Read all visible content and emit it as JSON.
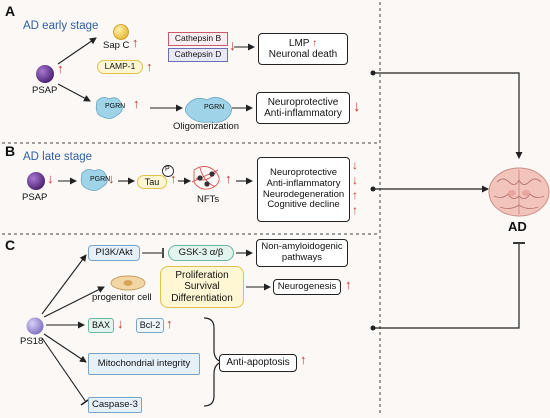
{
  "panel_a": {
    "letter": "A",
    "title": "AD early stage",
    "psap": "PSAP",
    "sap_c": "Sap C",
    "lamp1": "LAMP-1",
    "cathepsin_b": "Cathepsin B",
    "cathepsin_d": "Cathepsin D",
    "lmp": "LMP",
    "neuronal_death": "Neuronal death",
    "pgrn": "PGRN",
    "oligomerization": "Oligomerization",
    "neuroprotective": "Neuroprotective",
    "anti_inflammatory": "Anti-inflammatory"
  },
  "panel_b": {
    "letter": "B",
    "title": "AD late stage",
    "psap": "PSAP",
    "pgrn": "PGRN",
    "tau": "Tau",
    "p": "P",
    "nfts": "NFTs",
    "neuroprotective": "Neuroprotective",
    "anti_inflammatory": "Anti-inflammatory",
    "neurodegeneration": "Neurodegeneration",
    "cognitive_decline": "Cognitive decline"
  },
  "panel_c": {
    "letter": "C",
    "ps18": "PS18",
    "pi3k": "PI3K/Akt",
    "gsk3": "GSK-3 α/β",
    "non_amyloid": "Non-amyloidogenic pathways",
    "progenitor": "progenitor cell",
    "proliferation": "Proliferation",
    "survival": "Survival",
    "differentiation": "Differentiation",
    "neurogenesis": "Neurogenesis",
    "bax": "BAX",
    "bcl2": "Bcl-2",
    "mito": "Mitochondrial integrity",
    "anti_apoptosis": "Anti-apoptosis",
    "caspase3": "Caspase-3"
  },
  "ad": {
    "label": "AD"
  },
  "glyphs": {
    "up": "↑",
    "down": "↓"
  },
  "colors": {
    "psap_purple": "#5b2a86",
    "ps18_lavender": "#9c8fd3",
    "sapc_yellow": "#f2c94c",
    "pgrn_blue": "#9fd3e8",
    "arrow_red": "#c0392b",
    "stage_blue": "#2e5fa0"
  }
}
